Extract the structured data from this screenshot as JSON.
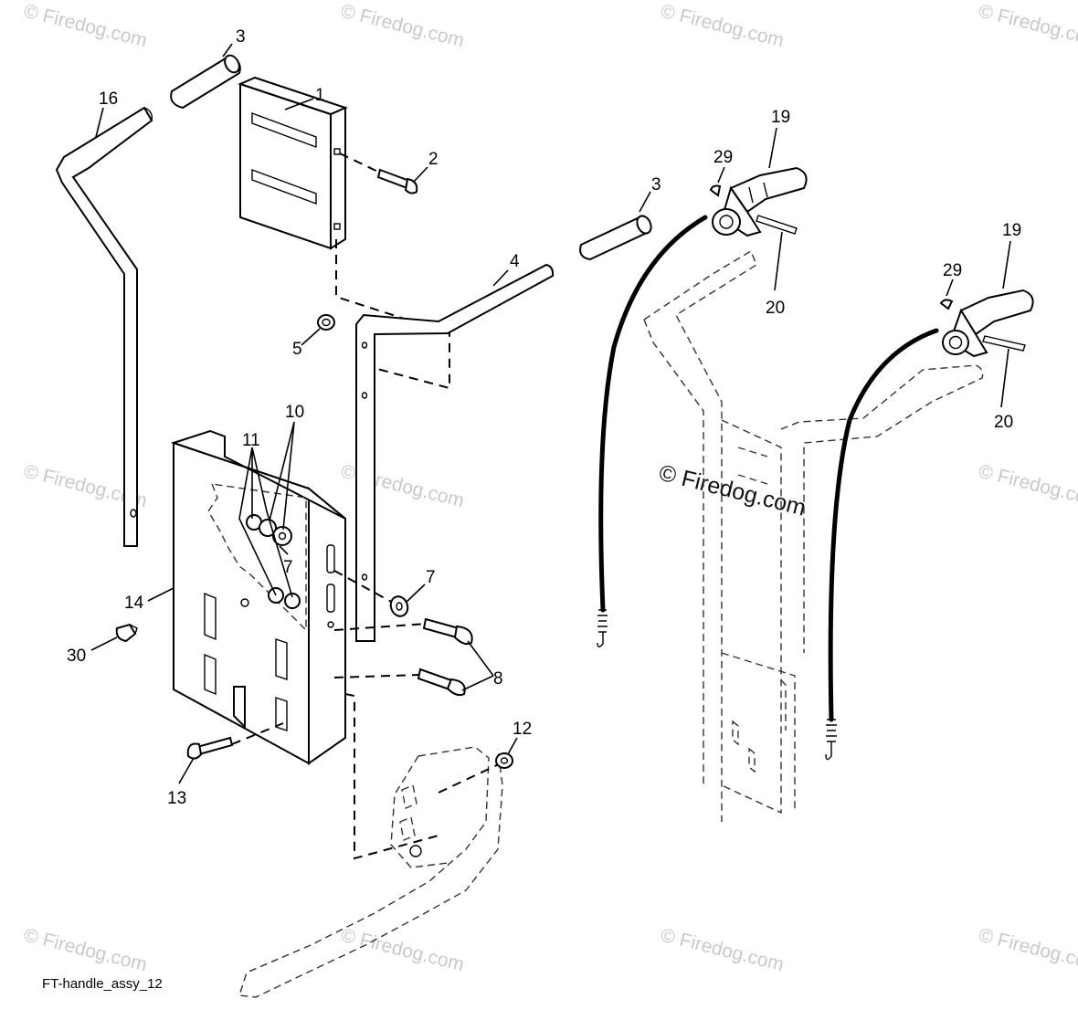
{
  "watermark": "© Firedog.com",
  "caption": "FT-handle_assy_12",
  "callouts": {
    "c1": "1",
    "c2": "2",
    "c3a": "3",
    "c3b": "3",
    "c4": "4",
    "c5": "5",
    "c7a": "7",
    "c7b": "7",
    "c8": "8",
    "c10": "10",
    "c11": "11",
    "c12": "12",
    "c13": "13",
    "c14": "14",
    "c16": "16",
    "c19a": "19",
    "c19b": "19",
    "c20a": "20",
    "c20b": "20",
    "c29a": "29",
    "c29b": "29",
    "c30": "30"
  }
}
